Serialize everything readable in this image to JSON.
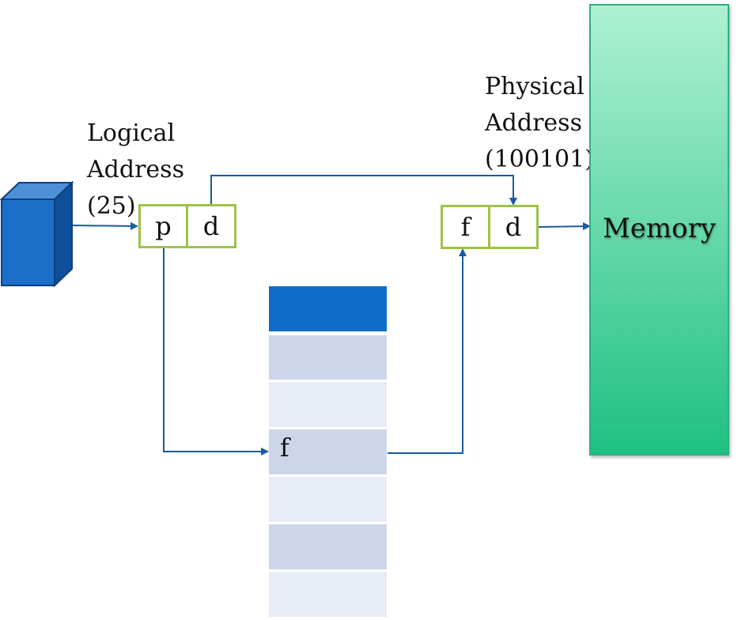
{
  "logical_address": {
    "line1": "Logical",
    "line2": "Address",
    "line3": "(25)",
    "fields": [
      "p",
      "d"
    ]
  },
  "physical_address": {
    "line1": "Physical",
    "line2": "Address",
    "line3": "(100101)",
    "fields": [
      "f",
      "d"
    ]
  },
  "page_table": {
    "entry_label": "f"
  },
  "memory": {
    "label": "Memory"
  },
  "colors": {
    "arrow": "#1a5aa0",
    "field_border": "#9dc24a",
    "cpu_front": "#1b6fc9",
    "cpu_top": "#4c90d8",
    "cpu_side": "#0d4f9a",
    "table_header": "#0f6cc7",
    "table_row_dark": "#cdd6e9",
    "table_row_light": "#e8ecf6",
    "memory_top": "#aef0d4",
    "memory_bottom": "#1fc081"
  }
}
